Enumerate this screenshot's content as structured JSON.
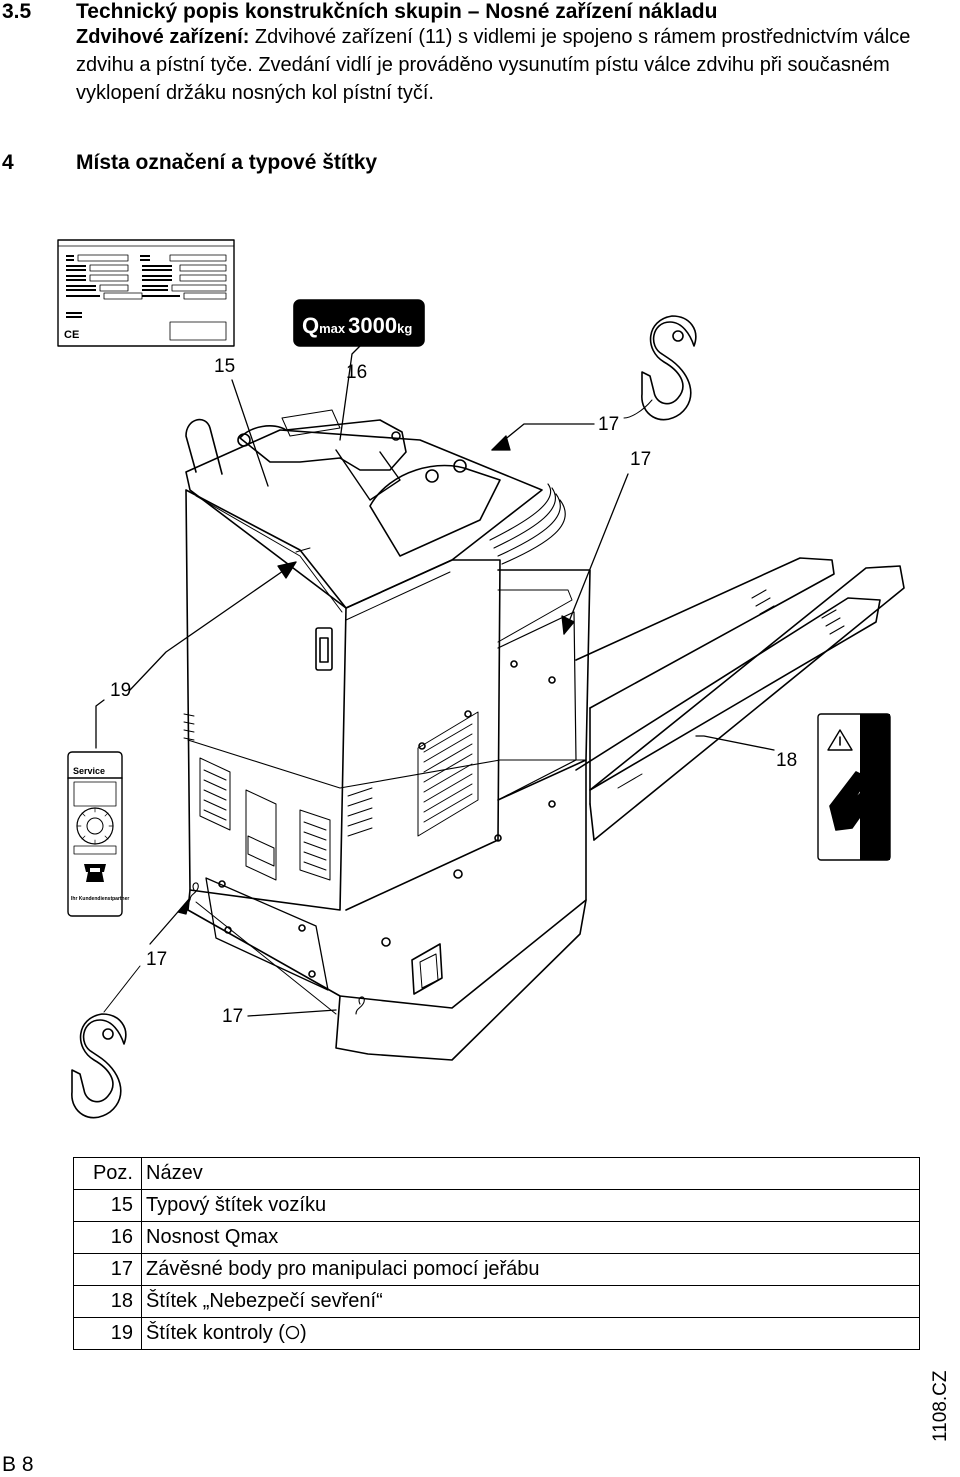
{
  "section": {
    "number": "3.5",
    "title": "Technický popis konstrukčních skupin – Nosné zařízení nákladu"
  },
  "paragraph": {
    "lead": "Zdvihové zařízení:",
    "text": " Zdvihové zařízení (11) s vidlemi je spojeno s rámem prostřednictvím válce zdvihu a pístní tyče. Zvedání vidlí je prováděno vysunutím pístu válce zdvihu při současném vyklopení držáku nosných kol pístní tyčí."
  },
  "subsection": {
    "number": "4",
    "title": "Místa označení a typové štítky"
  },
  "figure": {
    "callouts": {
      "c15": "15",
      "c16": "16",
      "c17a": "17",
      "c17b": "17",
      "c17c": "17",
      "c17d": "17",
      "c18": "18",
      "c19": "19"
    },
    "qmax_label": {
      "q": "Q",
      "max": "max",
      "value": "3000",
      "unit": "kg"
    },
    "service_label": {
      "title": "Service",
      "footer": "Ihr Kundendienstpartner"
    },
    "ce_mark": "CE"
  },
  "legend": {
    "header": {
      "pos": "Poz.",
      "name": "Název"
    },
    "rows": [
      {
        "pos": "15",
        "name": "Typový štítek vozíku"
      },
      {
        "pos": "16",
        "name": "Nosnost Qmax"
      },
      {
        "pos": "17",
        "name": "Závěsné body pro manipulaci pomocí jeřábu"
      },
      {
        "pos": "18",
        "name": "Štítek „Nebezpečí sevření“"
      },
      {
        "pos": "19",
        "name": "Štítek kontroly (",
        "suffix": ")"
      }
    ]
  },
  "doc_code": "1108.CZ",
  "page_number": "B 8"
}
